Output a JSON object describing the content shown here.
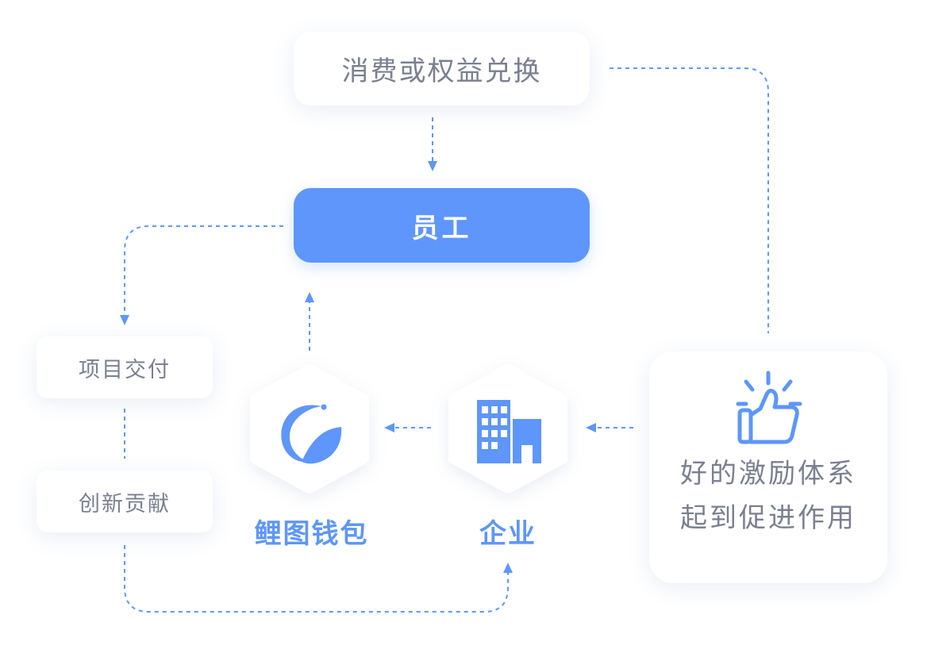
{
  "nodes": {
    "exchange": "消费或权益兑换",
    "employee": "员工",
    "delivery": "项目交付",
    "innovation": "创新贡献",
    "wallet": "鲤图钱包",
    "company": "企业",
    "incentive_line1": "好的激励体系",
    "incentive_line2": "起到促进作用"
  },
  "icons": {
    "wallet": "leaf-swirl-logo-icon",
    "company": "office-building-icon",
    "incentive": "thumbs-up-icon"
  },
  "colors": {
    "accent": "#5e96fb",
    "text_gray": "#7b8090",
    "card_bg": "#ffffff"
  }
}
